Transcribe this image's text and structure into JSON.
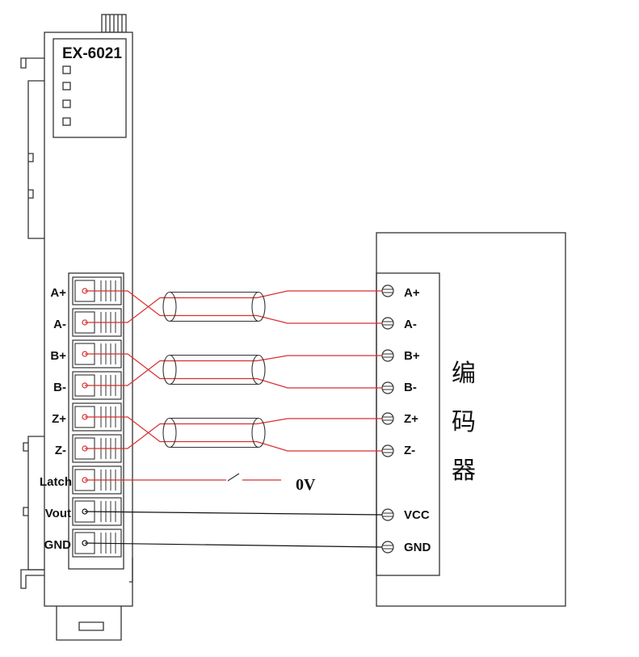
{
  "module": {
    "model": "EX-6021",
    "terminals": [
      "A+",
      "A-",
      "B+",
      "B-",
      "Z+",
      "Z-",
      "Latch",
      "Vout",
      "GND"
    ]
  },
  "encoder": {
    "name_chars": [
      "编",
      "码",
      "器"
    ],
    "terminals": [
      "A+",
      "A-",
      "B+",
      "B-",
      "Z+",
      "Z-",
      "VCC",
      "GND"
    ]
  },
  "latch_switch": {
    "label": "0V"
  },
  "colors": {
    "signal_wire": "#d83030",
    "power_wire": "#111111",
    "outline": "#333333"
  }
}
